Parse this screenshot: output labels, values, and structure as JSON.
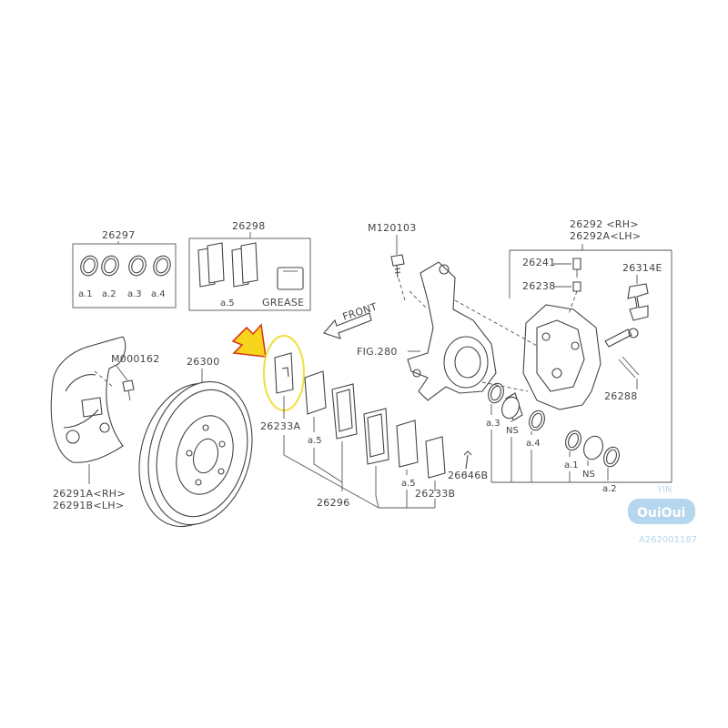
{
  "labels": {
    "kit_26297": "26297",
    "kit_26298": "26298",
    "a1": "a.1",
    "a2": "a.2",
    "a3": "a.3",
    "a4": "a.4",
    "a5": "a.5",
    "grease": "GREASE",
    "m120103": "M120103",
    "caliper_rh": "26292 <RH>",
    "caliper_lh": "26292A<LH>",
    "bleeder_26241": "26241",
    "cap_26238": "26238",
    "clip_26314e": "26314E",
    "front": "FRONT",
    "fig280": "FIG.280",
    "m000162": "M000162",
    "rotor_26300": "26300",
    "shim_26233a": "26233A",
    "pad_a5_left": "a.5",
    "pad_a5_right": "a.5",
    "pad_set_26296": "26296",
    "shim_26233b": "26233B",
    "pin_26646b": "26646B",
    "cover_rh": "26291A<RH>",
    "cover_lh": "26291B<LH>",
    "pin_26288": "26288",
    "seal_a3": "a.3",
    "ns_1": "NS",
    "seal_a4": "a.4",
    "seal_a1": "a.1",
    "ns_2": "NS",
    "seal_a2": "a.2"
  },
  "watermark": {
    "brand": "OuiOui",
    "small": "YIN",
    "id": "A262001187"
  },
  "colors": {
    "highlight_circle": "#f2e14c",
    "arrow_fill": "#f7d51d",
    "arrow_stroke": "#d93a1a",
    "watermark_blue": "#9ec9e8"
  }
}
